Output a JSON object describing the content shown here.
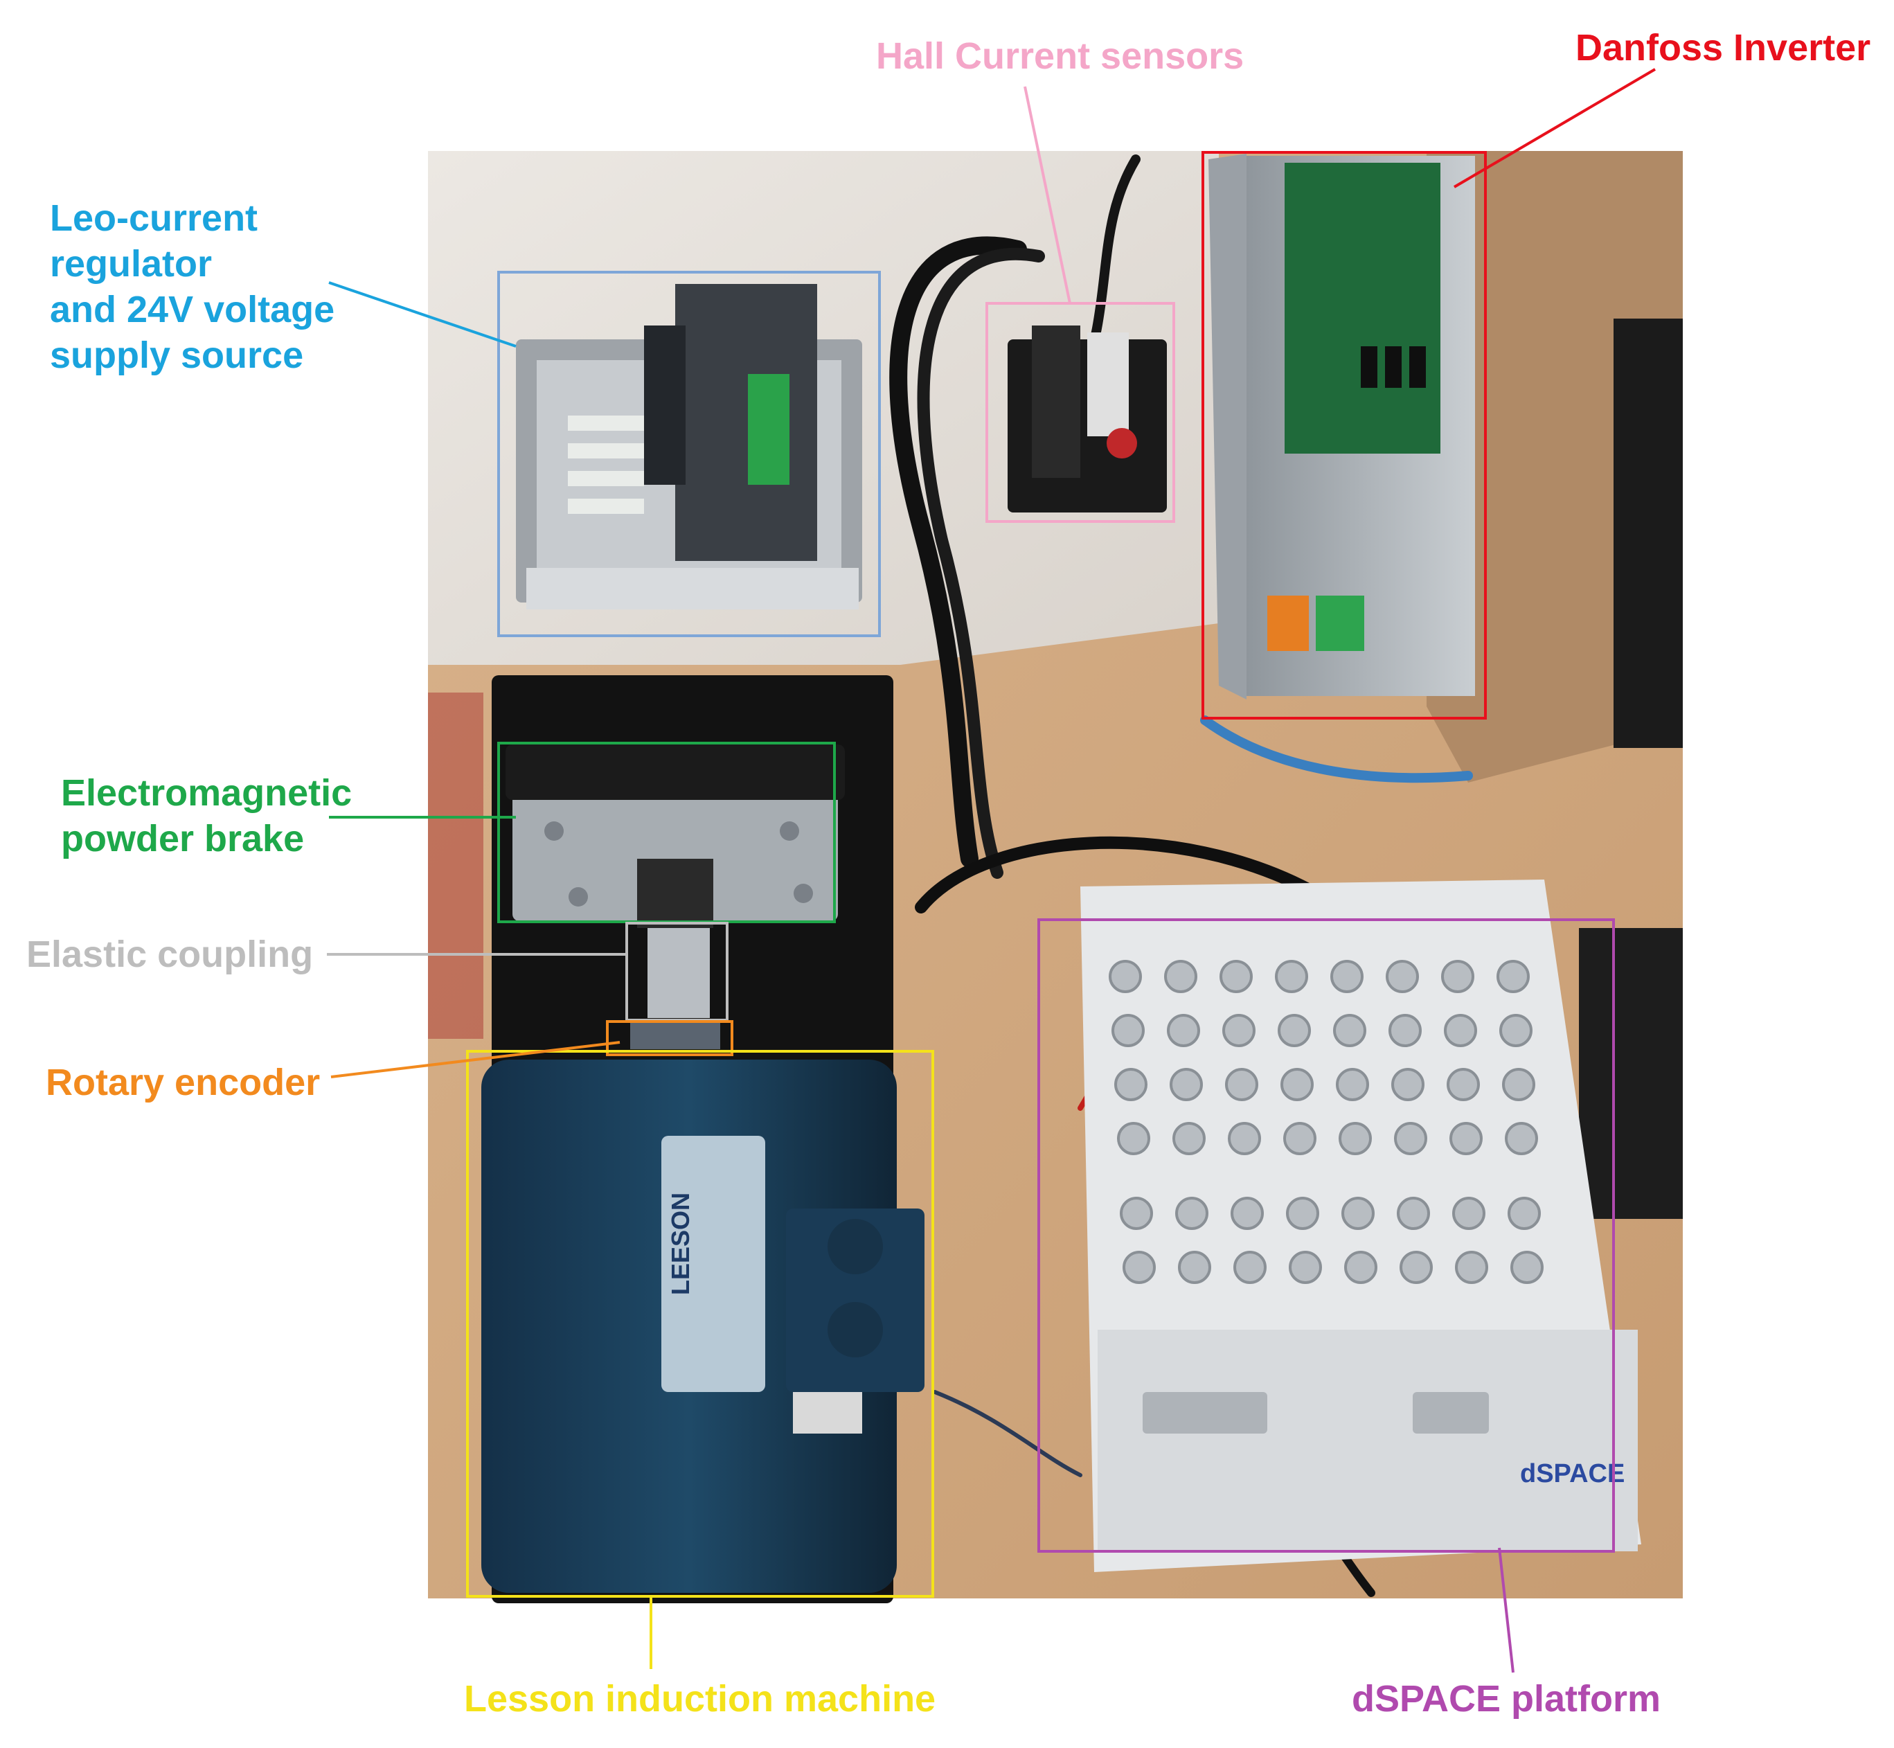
{
  "labels": {
    "hall_current_sensors": "Hall Current sensors",
    "danfoss_inverter": "Danfoss Inverter",
    "leo_current_regulator": [
      "Leo-current",
      "regulator",
      "and 24V voltage",
      "supply source"
    ],
    "electromagnetic_powder_brake": [
      "Electromagnetic",
      "powder brake"
    ],
    "elastic_coupling": "Elastic coupling",
    "rotary_encoder": "Rotary encoder",
    "lesson_induction_machine": "Lesson induction machine",
    "dspace_platform": "dSPACE platform"
  },
  "device_text": {
    "motor_brand": "LEESON",
    "dspace_logo": "dSPACE"
  },
  "colors": {
    "hall_current_sensors": "#f4a6c8",
    "danfoss_inverter": "#e8101c",
    "leo_current_regulator": "#1aa3dd",
    "electromagnetic_powder_brake": "#1ea84a",
    "elastic_coupling": "#bdbdbd",
    "rotary_encoder": "#f28a1e",
    "lesson_induction_machine": "#f4e21a",
    "dspace_platform": "#b04aae",
    "regulator_box": "#7ea6d8"
  }
}
